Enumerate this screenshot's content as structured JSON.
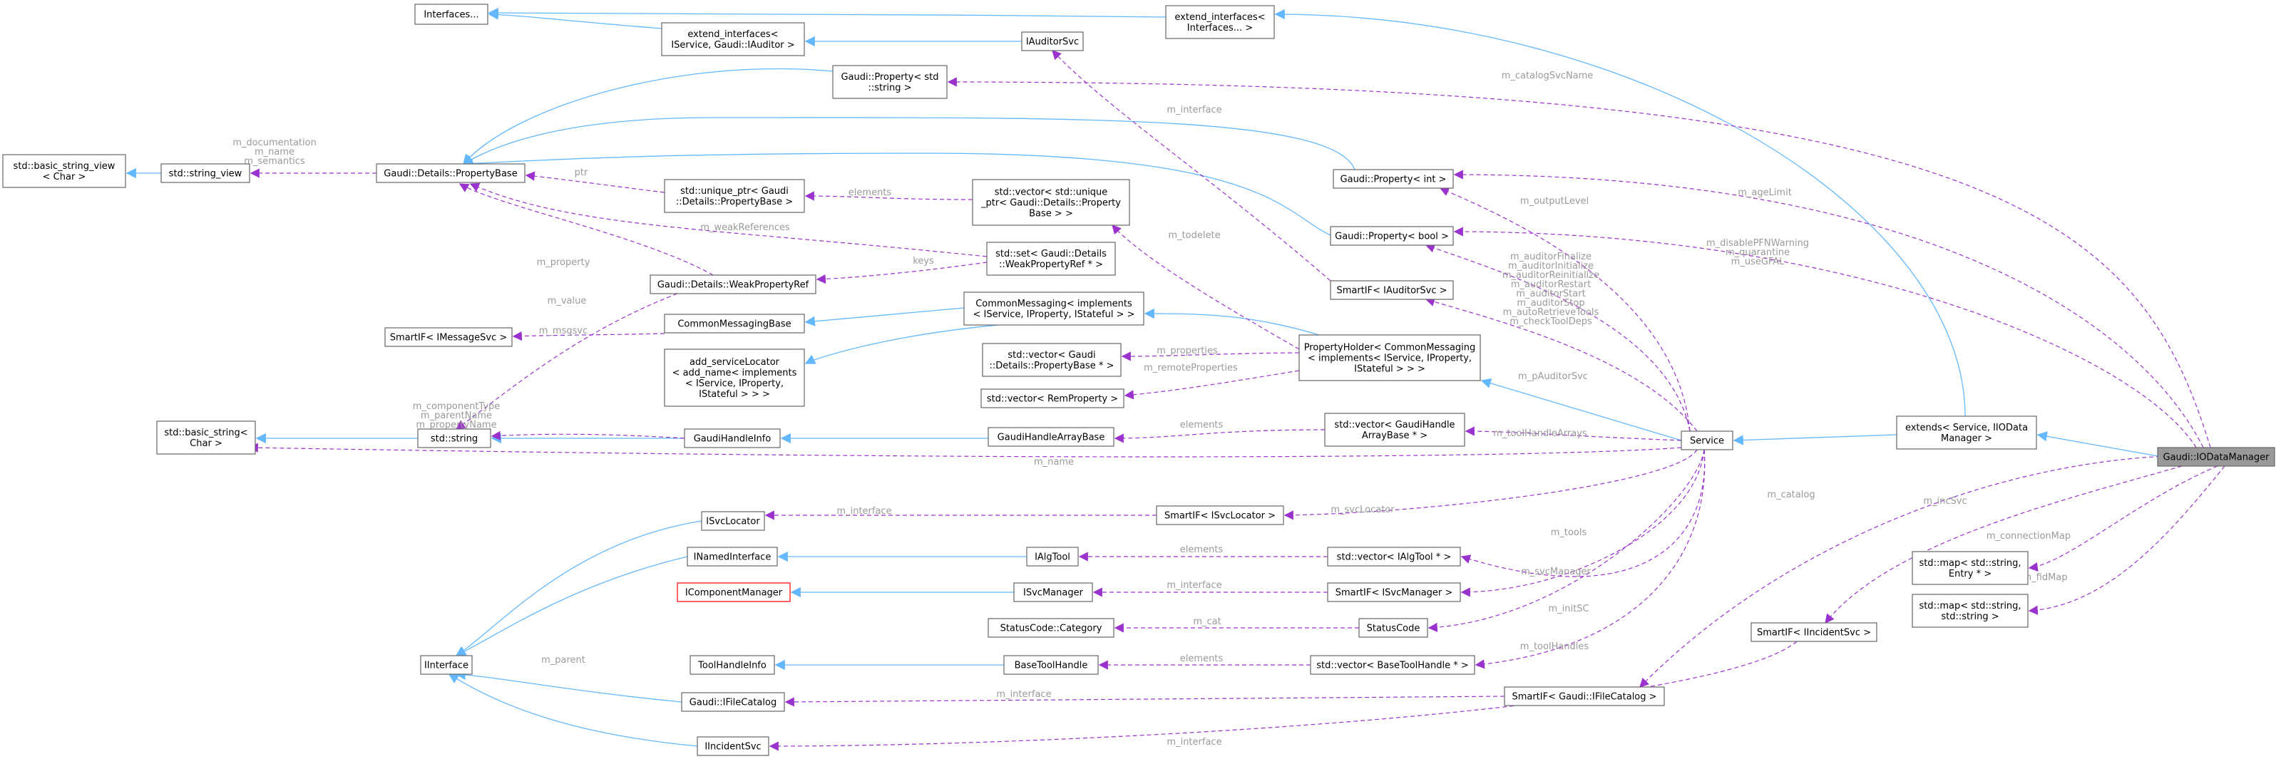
{
  "diagram": {
    "nodes": [
      {
        "id": "interfaces",
        "lines": [
          "Interfaces..."
        ]
      },
      {
        "id": "ext_iservice_iauditor",
        "lines": [
          "extend_interfaces<",
          "IService, Gaudi::IAuditor >"
        ]
      },
      {
        "id": "ext_interfaces",
        "lines": [
          "extend_interfaces<",
          "Interfaces... >"
        ]
      },
      {
        "id": "iauditorsvc",
        "lines": [
          "IAuditorSvc"
        ]
      },
      {
        "id": "prop_string",
        "lines": [
          "Gaudi::Property< std",
          "::string >"
        ]
      },
      {
        "id": "basic_string_view",
        "lines": [
          "std::basic_string_view",
          "< Char >"
        ]
      },
      {
        "id": "string_view",
        "lines": [
          "std::string_view"
        ]
      },
      {
        "id": "propertybase",
        "lines": [
          "Gaudi::Details::PropertyBase"
        ]
      },
      {
        "id": "unique_ptr",
        "lines": [
          "std::unique_ptr< Gaudi",
          "::Details::PropertyBase >"
        ]
      },
      {
        "id": "vector_unique_ptr",
        "lines": [
          "std::vector< std::unique",
          "_ptr< Gaudi::Details::Property",
          "Base > >"
        ]
      },
      {
        "id": "prop_int",
        "lines": [
          "Gaudi::Property< int >"
        ]
      },
      {
        "id": "prop_bool",
        "lines": [
          "Gaudi::Property< bool >"
        ]
      },
      {
        "id": "set_weakref",
        "lines": [
          "std::set< Gaudi::Details",
          "::WeakPropertyRef * >"
        ]
      },
      {
        "id": "weakpropertyref",
        "lines": [
          "Gaudi::Details::WeakPropertyRef"
        ]
      },
      {
        "id": "smartif_iauditorsvc",
        "lines": [
          "SmartIF< IAuditorSvc >"
        ]
      },
      {
        "id": "commonmessagingbase",
        "lines": [
          "CommonMessagingBase"
        ]
      },
      {
        "id": "commonmessaging",
        "lines": [
          "CommonMessaging< implements",
          "< IService, IProperty, IStateful > >"
        ]
      },
      {
        "id": "smartif_imessagesvc",
        "lines": [
          "SmartIF< IMessageSvc >"
        ]
      },
      {
        "id": "add_servicelocator",
        "lines": [
          "add_serviceLocator",
          "< add_name< implements",
          "< IService, IProperty,",
          "IStateful > > >"
        ]
      },
      {
        "id": "vector_propertybase",
        "lines": [
          "std::vector< Gaudi",
          "::Details::PropertyBase * >"
        ]
      },
      {
        "id": "propertyholder",
        "lines": [
          "PropertyHolder< CommonMessaging",
          "< implements< IService, IProperty,",
          "IStateful > > >"
        ]
      },
      {
        "id": "vector_remproperty",
        "lines": [
          "std::vector< RemProperty >"
        ]
      },
      {
        "id": "basic_string",
        "lines": [
          "std::basic_string<",
          "Char >"
        ]
      },
      {
        "id": "std_string",
        "lines": [
          "std::string"
        ]
      },
      {
        "id": "gaudihandleinfo",
        "lines": [
          "GaudiHandleInfo"
        ]
      },
      {
        "id": "gaudihandlearraybase",
        "lines": [
          "GaudiHandleArrayBase"
        ]
      },
      {
        "id": "vector_gaudihandle",
        "lines": [
          "std::vector< GaudiHandle",
          "ArrayBase * >"
        ]
      },
      {
        "id": "service",
        "lines": [
          "Service"
        ]
      },
      {
        "id": "extends",
        "lines": [
          "extends< Service, IIOData",
          "Manager >"
        ]
      },
      {
        "id": "iodatamanager",
        "lines": [
          "Gaudi::IODataManager"
        ]
      },
      {
        "id": "isvclocator",
        "lines": [
          "ISvcLocator"
        ]
      },
      {
        "id": "smartif_isvclocator",
        "lines": [
          "SmartIF< ISvcLocator >"
        ]
      },
      {
        "id": "inamedinterface",
        "lines": [
          "INamedInterface"
        ]
      },
      {
        "id": "ialgtool",
        "lines": [
          "IAlgTool"
        ]
      },
      {
        "id": "vector_ialgtool",
        "lines": [
          "std::vector< IAlgTool * >"
        ]
      },
      {
        "id": "icomponentmanager",
        "lines": [
          "IComponentManager"
        ]
      },
      {
        "id": "isvcmanager",
        "lines": [
          "ISvcManager"
        ]
      },
      {
        "id": "smartif_isvcmanager",
        "lines": [
          "SmartIF< ISvcManager >"
        ]
      },
      {
        "id": "statuscode_category",
        "lines": [
          "StatusCode::Category"
        ]
      },
      {
        "id": "statuscode",
        "lines": [
          "StatusCode"
        ]
      },
      {
        "id": "map_entry",
        "lines": [
          "std::map< std::string,",
          "Entry * >"
        ]
      },
      {
        "id": "map_string",
        "lines": [
          "std::map< std::string,",
          "std::string >"
        ]
      },
      {
        "id": "smartif_iincidentsvc",
        "lines": [
          "SmartIF< IIncidentSvc >"
        ]
      },
      {
        "id": "iinterface",
        "lines": [
          "IInterface"
        ]
      },
      {
        "id": "toolhandleinfo",
        "lines": [
          "ToolHandleInfo"
        ]
      },
      {
        "id": "basetoolhandle",
        "lines": [
          "BaseToolHandle"
        ]
      },
      {
        "id": "vector_basetoolhandle",
        "lines": [
          "std::vector< BaseToolHandle * >"
        ]
      },
      {
        "id": "ifilecatalog",
        "lines": [
          "Gaudi::IFileCatalog"
        ]
      },
      {
        "id": "smartif_ifilecatalog",
        "lines": [
          "SmartIF< Gaudi::IFileCatalog >"
        ]
      },
      {
        "id": "iincidentsvc",
        "lines": [
          "IIncidentSvc"
        ]
      }
    ],
    "edge_labels": [
      {
        "id": "m_catalogSvcName",
        "lines": [
          "m_catalogSvcName"
        ]
      },
      {
        "id": "m_interface_auditor",
        "lines": [
          "m_interface"
        ]
      },
      {
        "id": "string_view_members",
        "lines": [
          "m_documentation",
          "m_name",
          "m_semantics"
        ]
      },
      {
        "id": "ptr",
        "lines": [
          "ptr"
        ]
      },
      {
        "id": "elements_uptr",
        "lines": [
          "elements"
        ]
      },
      {
        "id": "m_weakReferences",
        "lines": [
          "m_weakReferences"
        ]
      },
      {
        "id": "keys",
        "lines": [
          "keys"
        ]
      },
      {
        "id": "m_property",
        "lines": [
          "m_property"
        ]
      },
      {
        "id": "m_value",
        "lines": [
          "m_value"
        ]
      },
      {
        "id": "m_msgsvc",
        "lines": [
          "m_msgsvc"
        ]
      },
      {
        "id": "m_todelete",
        "lines": [
          "m_todelete"
        ]
      },
      {
        "id": "m_outputLevel",
        "lines": [
          "m_outputLevel"
        ]
      },
      {
        "id": "m_ageLimit",
        "lines": [
          "m_ageLimit"
        ]
      },
      {
        "id": "bool_iodata",
        "lines": [
          "m_disablePFNWarning",
          "m_quarantine",
          "m_useGFAL"
        ]
      },
      {
        "id": "bool_service",
        "lines": [
          "m_auditorFinalize",
          "m_auditorInitialize",
          "m_auditorReinitialize",
          "m_auditorRestart",
          "m_auditorStart",
          "m_auditorStop",
          "m_autoRetrieveTools",
          "m_checkToolDeps"
        ]
      },
      {
        "id": "m_properties",
        "lines": [
          "m_properties"
        ]
      },
      {
        "id": "m_remoteProperties",
        "lines": [
          "m_remoteProperties"
        ]
      },
      {
        "id": "m_pAuditorSvc",
        "lines": [
          "m_pAuditorSvc"
        ]
      },
      {
        "id": "string_members",
        "lines": [
          "m_componentType",
          "m_parentName",
          "m_propertyName"
        ]
      },
      {
        "id": "elements_gha",
        "lines": [
          "elements"
        ]
      },
      {
        "id": "m_toolHandleArrays",
        "lines": [
          "m_toolHandleArrays"
        ]
      },
      {
        "id": "m_name",
        "lines": [
          "m_name"
        ]
      },
      {
        "id": "m_interface_locator",
        "lines": [
          "m_interface"
        ]
      },
      {
        "id": "m_svcLocator",
        "lines": [
          "m_svcLocator"
        ]
      },
      {
        "id": "m_catalog",
        "lines": [
          "m_catalog"
        ]
      },
      {
        "id": "m_incSvc",
        "lines": [
          "m_incSvc"
        ]
      },
      {
        "id": "m_connectionMap",
        "lines": [
          "m_connectionMap"
        ]
      },
      {
        "id": "m_fidMap",
        "lines": [
          "m_fidMap"
        ]
      },
      {
        "id": "elements_algtool",
        "lines": [
          "elements"
        ]
      },
      {
        "id": "m_tools",
        "lines": [
          "m_tools"
        ]
      },
      {
        "id": "m_interface_svcmgr",
        "lines": [
          "m_interface"
        ]
      },
      {
        "id": "m_svcManager",
        "lines": [
          "m_svcManager"
        ]
      },
      {
        "id": "m_cat",
        "lines": [
          "m_cat"
        ]
      },
      {
        "id": "m_initSC",
        "lines": [
          "m_initSC"
        ]
      },
      {
        "id": "m_parent",
        "lines": [
          "m_parent"
        ]
      },
      {
        "id": "elements_bth",
        "lines": [
          "elements"
        ]
      },
      {
        "id": "m_toolHandles",
        "lines": [
          "m_toolHandles"
        ]
      },
      {
        "id": "m_interface_catalog",
        "lines": [
          "m_interface"
        ]
      },
      {
        "id": "m_interface_incident",
        "lines": [
          "m_interface"
        ]
      }
    ]
  },
  "colors": {
    "inheritance": "#63b8ff",
    "usage": "#9a32cd",
    "label": "#9a9a9a",
    "node_border": "#666666",
    "undocumented_border": "#ff0000",
    "focus_fill": "#999999"
  }
}
